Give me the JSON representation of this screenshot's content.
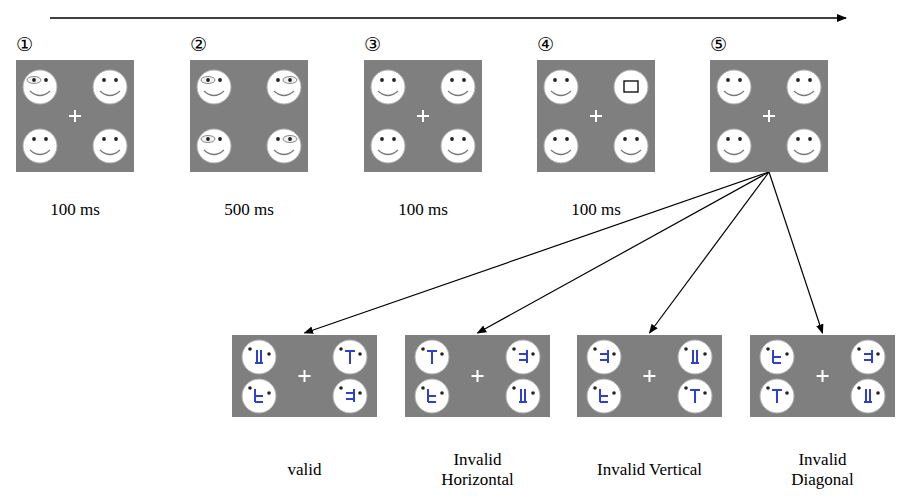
{
  "diagram": {
    "nodes": [
      {
        "text": [
          "①",
          "100 ms"
        ]
      },
      {
        "text": [
          "②",
          "500 ms"
        ]
      },
      {
        "text": [
          "③",
          "100 ms"
        ]
      },
      {
        "text": [
          "④",
          "100 ms"
        ]
      },
      {
        "text": [
          "⑤"
        ]
      },
      {
        "text": [
          "valid"
        ]
      },
      {
        "text": [
          "Invalid Horizontal"
        ]
      },
      {
        "text": [
          "Invalid Vertical"
        ]
      },
      {
        "text": [
          "Invalid Diagonal"
        ]
      }
    ],
    "edges": [
      {
        "from": 4,
        "to": 5,
        "arrow": "to"
      },
      {
        "from": 4,
        "to": 6,
        "arrow": "to"
      },
      {
        "from": 4,
        "to": 7,
        "arrow": "to"
      },
      {
        "from": 4,
        "to": 8,
        "arrow": "to"
      }
    ]
  }
}
